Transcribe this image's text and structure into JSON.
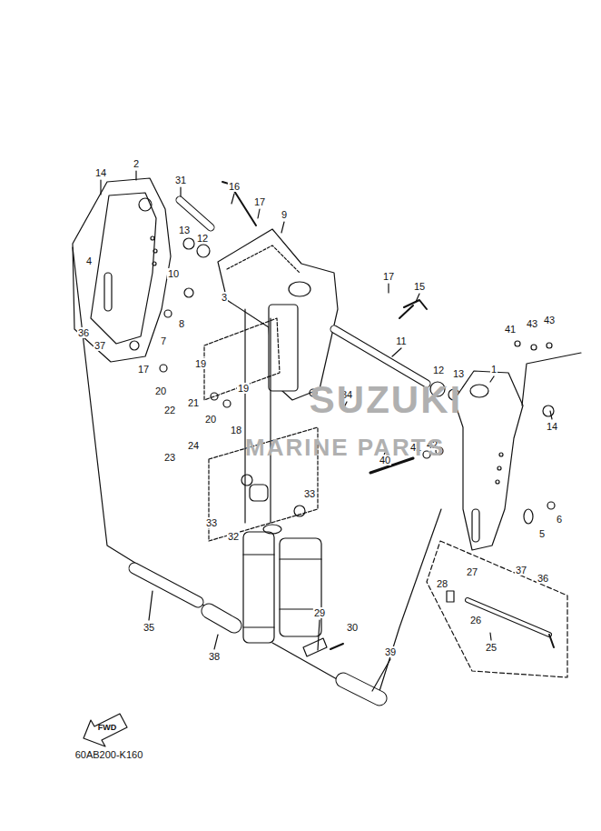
{
  "diagram": {
    "labels": [
      "14",
      "2",
      "31",
      "16",
      "17",
      "9",
      "13",
      "12",
      "4",
      "10",
      "3",
      "17",
      "15",
      "41",
      "43",
      "43",
      "8",
      "36",
      "37",
      "7",
      "11",
      "12",
      "13",
      "1",
      "19",
      "17",
      "20",
      "19",
      "21",
      "34",
      "22",
      "20",
      "18",
      "14",
      "23",
      "24",
      "40",
      "41",
      "42",
      "33",
      "33",
      "32",
      "5",
      "6",
      "37",
      "36",
      "27",
      "28",
      "26",
      "29",
      "30",
      "25",
      "35",
      "38",
      "39",
      "SUZUKI",
      "MARINE PARTS",
      "FWD",
      "60AB200-K160"
    ]
  }
}
